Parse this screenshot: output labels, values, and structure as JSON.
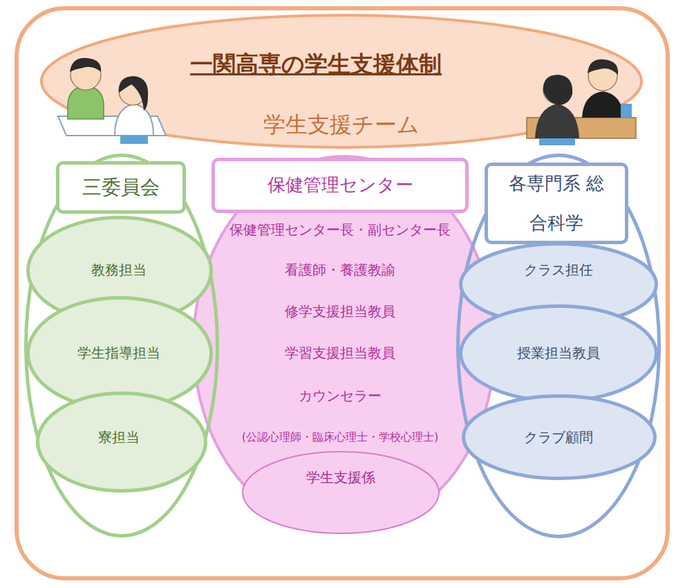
{
  "diagram": {
    "title": "一関高専の学生支援体制",
    "nodes": [
      {
        "text": [
          "学生支援チーム"
        ]
      },
      {
        "text": [
          "三委員会"
        ]
      },
      {
        "text": [
          "教務担当"
        ],
        "in": 1
      },
      {
        "text": [
          "学生指導担当"
        ],
        "in": 1
      },
      {
        "text": [
          "寮担当"
        ],
        "in": 1
      },
      {
        "text": [
          "保健管理センター",
          "保健管理センター長・副センター長",
          "看護師・養護教諭",
          "修学支援担当教員",
          "学習支援担当教員",
          "カウンセラー",
          "(公認心理師・臨床心理士・学校心理士)"
        ]
      },
      {
        "text": [
          "学生支援係"
        ],
        "in": 5
      },
      {
        "text": [
          "各専門系 総合科学"
        ]
      },
      {
        "text": [
          "クラス担任"
        ],
        "in": 7
      },
      {
        "text": [
          "授業担当教員"
        ],
        "in": 7
      },
      {
        "text": [
          "クラブ顧問"
        ],
        "in": 7
      }
    ]
  }
}
